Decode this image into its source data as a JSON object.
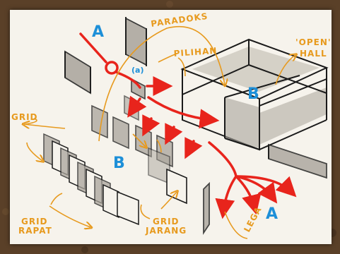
{
  "labels": {
    "a_top": "A",
    "a_sub": "(a)",
    "paradoks": "PARADOKS",
    "pilihan": "PILIHAN",
    "open_hall_1": "'OPEN'",
    "open_hall_2": "HALL",
    "b_hall": "B",
    "grid": "GRID",
    "b_grid": "B",
    "grid_rapat_1": "GRID",
    "grid_rapat_2": "RAPAT",
    "grid_jarang_1": "GRID",
    "grid_jarang_2": "JARANG",
    "a_bottom": "A",
    "lega": "LEGA"
  },
  "colors": {
    "board": "#5a4028",
    "paper": "#f6f3ec",
    "ink": "#1a1a1a",
    "red": "#e8241c",
    "orange": "#e79a1e",
    "blue": "#1d8fd8",
    "wash": "#a9a49b"
  }
}
